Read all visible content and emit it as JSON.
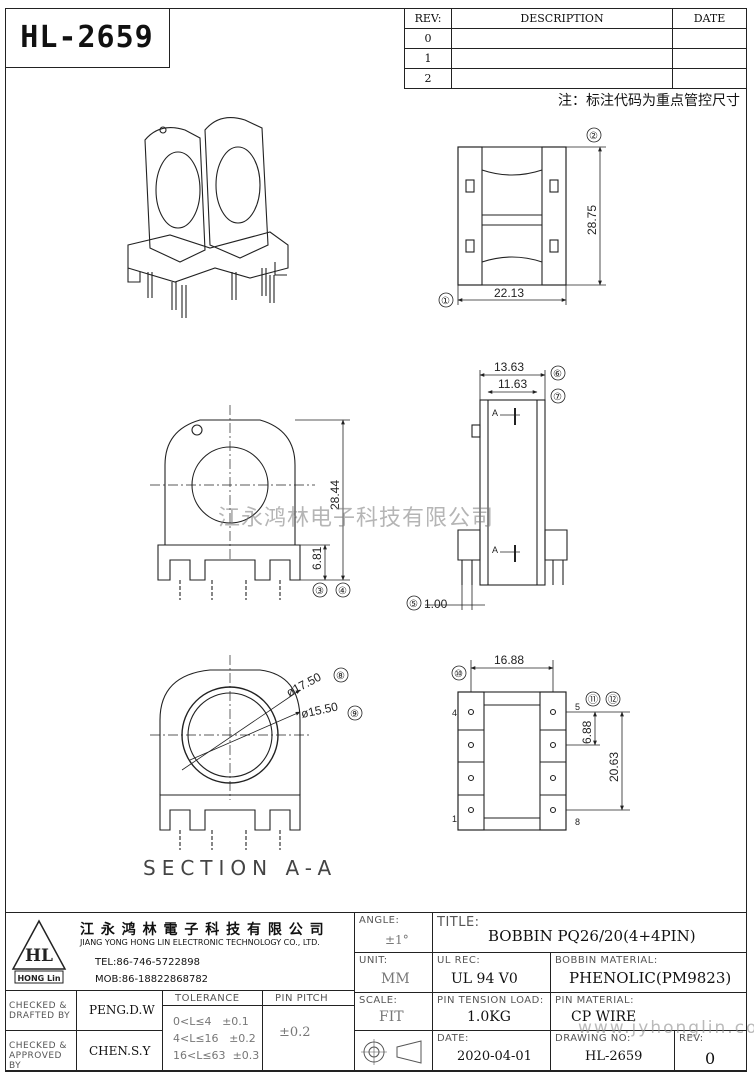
{
  "part_number": "HL-2659",
  "revision_table": {
    "headers": {
      "rev": "REV:",
      "description": "DESCRIPTION",
      "date": "DATE"
    },
    "rows": [
      "0",
      "1",
      "2"
    ]
  },
  "note": "注：标注代码为重点管控尺寸",
  "view_top": {
    "dim_width": "22.13",
    "dim_height": "28.75",
    "callouts": [
      "①",
      "②"
    ]
  },
  "view_side": {
    "dim_outer": "13.63",
    "dim_inner": "11.63",
    "dim_pin": "1.00",
    "section_mark": "A",
    "callouts": [
      "⑤",
      "⑥",
      "⑦"
    ]
  },
  "view_front": {
    "dim_height": "28.44",
    "dim_base": "6.81",
    "callouts": [
      "③",
      "④"
    ]
  },
  "view_section": {
    "dim_outer_dia": "ø17.50",
    "dim_inner_dia": "ø15.50",
    "callouts": [
      "⑧",
      "⑨"
    ],
    "caption": "SECTION  A-A"
  },
  "view_bottom": {
    "dim_width": "16.88",
    "dim_pitch": "6.88",
    "dim_span": "20.63",
    "pin_labels": [
      "4",
      "5",
      "1",
      "8"
    ],
    "callouts": [
      "⑩",
      "⑪",
      "⑫"
    ]
  },
  "watermark": "江永鸿林电子科技有限公司",
  "watermark_url": "www.jyhonglin.com",
  "company": {
    "name_cn": "江 永 鸿 林 電 子 科 技 有 限 公 司",
    "name_en": "JIANG YONG HONG LIN ELECTRONIC TECHNOLOGY CO., LTD.",
    "tel": "TEL:86-746-5722898",
    "mob": "MOB:86-18822868782",
    "logo_text": "HL",
    "logo_sub": "HONG Lin"
  },
  "title_block": {
    "angle_label": "ANGLE:",
    "angle_value": "±1°",
    "title_label": "TITLE:",
    "title_value": "BOBBIN  PQ26/20(4+4PIN)",
    "unit_label": "UNIT:",
    "unit_value": "MM",
    "ul_label": "UL REC:",
    "ul_value": "UL 94 V0",
    "bobbin_mat_label": "BOBBIN MATERIAL:",
    "bobbin_mat_value": "PHENOLIC(PM9823)",
    "scale_label": "SCALE:",
    "scale_value": "FIT",
    "tension_label": "PIN TENSION LOAD:",
    "tension_value": "1.0KG",
    "pin_mat_label": "PIN MATERIAL:",
    "pin_mat_value": "CP WIRE",
    "date_label": "DATE:",
    "date_value": "2020-04-01",
    "drawing_label": "DRAWING NO:",
    "drawing_value": "HL-2659",
    "rev_label": "REV:",
    "rev_value": "0",
    "checked_drafted_label": "CHECKED &\nDRAFTED BY",
    "checked_drafted_value": "PENG.D.W",
    "checked_approved_label": "CHECKED &\nAPPROVED BY",
    "checked_approved_value": "CHEN.S.Y",
    "tolerance_label": "TOLERANCE",
    "tolerance_rows": [
      {
        "range": "0<L≤4",
        "tol": "±0.1"
      },
      {
        "range": "4<L≤16",
        "tol": "±0.2"
      },
      {
        "range": "16<L≤63",
        "tol": "±0.3"
      }
    ],
    "pin_pitch_label": "PIN PITCH",
    "pin_pitch_value": "±0.2"
  }
}
